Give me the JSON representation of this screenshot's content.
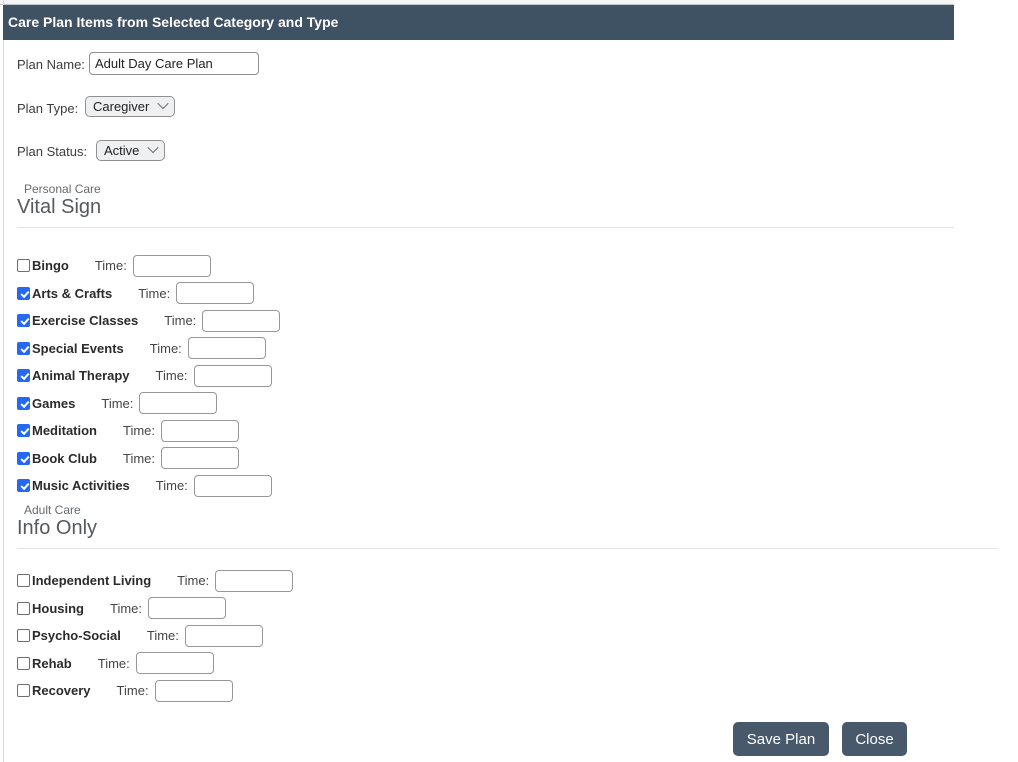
{
  "header": {
    "title": "Care Plan Items from Selected Category and Type"
  },
  "form": {
    "plan_name": {
      "label": "Plan Name:",
      "value": "Adult Day Care Plan"
    },
    "plan_type": {
      "label": "Plan Type:",
      "value": "Caregiver"
    },
    "plan_status": {
      "label": "Plan Status:",
      "value": "Active"
    }
  },
  "sections": [
    {
      "category": "Personal Care",
      "type": "Vital Sign",
      "items": [
        {
          "label": "Bingo",
          "checked": false,
          "time_label": "Time:",
          "time_value": ""
        },
        {
          "label": "Arts & Crafts",
          "checked": true,
          "time_label": "Time:",
          "time_value": ""
        },
        {
          "label": "Exercise Classes",
          "checked": true,
          "time_label": "Time:",
          "time_value": ""
        },
        {
          "label": "Special Events",
          "checked": true,
          "time_label": "Time:",
          "time_value": ""
        },
        {
          "label": "Animal Therapy",
          "checked": true,
          "time_label": "Time:",
          "time_value": ""
        },
        {
          "label": "Games",
          "checked": true,
          "time_label": "Time:",
          "time_value": ""
        },
        {
          "label": "Meditation",
          "checked": true,
          "time_label": "Time:",
          "time_value": ""
        },
        {
          "label": "Book Club",
          "checked": true,
          "time_label": "Time:",
          "time_value": ""
        },
        {
          "label": "Music Activities",
          "checked": true,
          "time_label": "Time:",
          "time_value": ""
        }
      ]
    },
    {
      "category": "Adult Care",
      "type": "Info Only",
      "items": [
        {
          "label": "Independent Living",
          "checked": false,
          "time_label": "Time:",
          "time_value": ""
        },
        {
          "label": "Housing",
          "checked": false,
          "time_label": "Time:",
          "time_value": ""
        },
        {
          "label": "Psycho-Social",
          "checked": false,
          "time_label": "Time:",
          "time_value": ""
        },
        {
          "label": "Rehab",
          "checked": false,
          "time_label": "Time:",
          "time_value": ""
        },
        {
          "label": "Recovery",
          "checked": false,
          "time_label": "Time:",
          "time_value": ""
        }
      ]
    }
  ],
  "footer": {
    "save_label": "Save Plan",
    "close_label": "Close"
  },
  "colors": {
    "header_bg": "#3f5263",
    "button_bg": "#47596b",
    "checkbox_checked": "#2569f2"
  }
}
